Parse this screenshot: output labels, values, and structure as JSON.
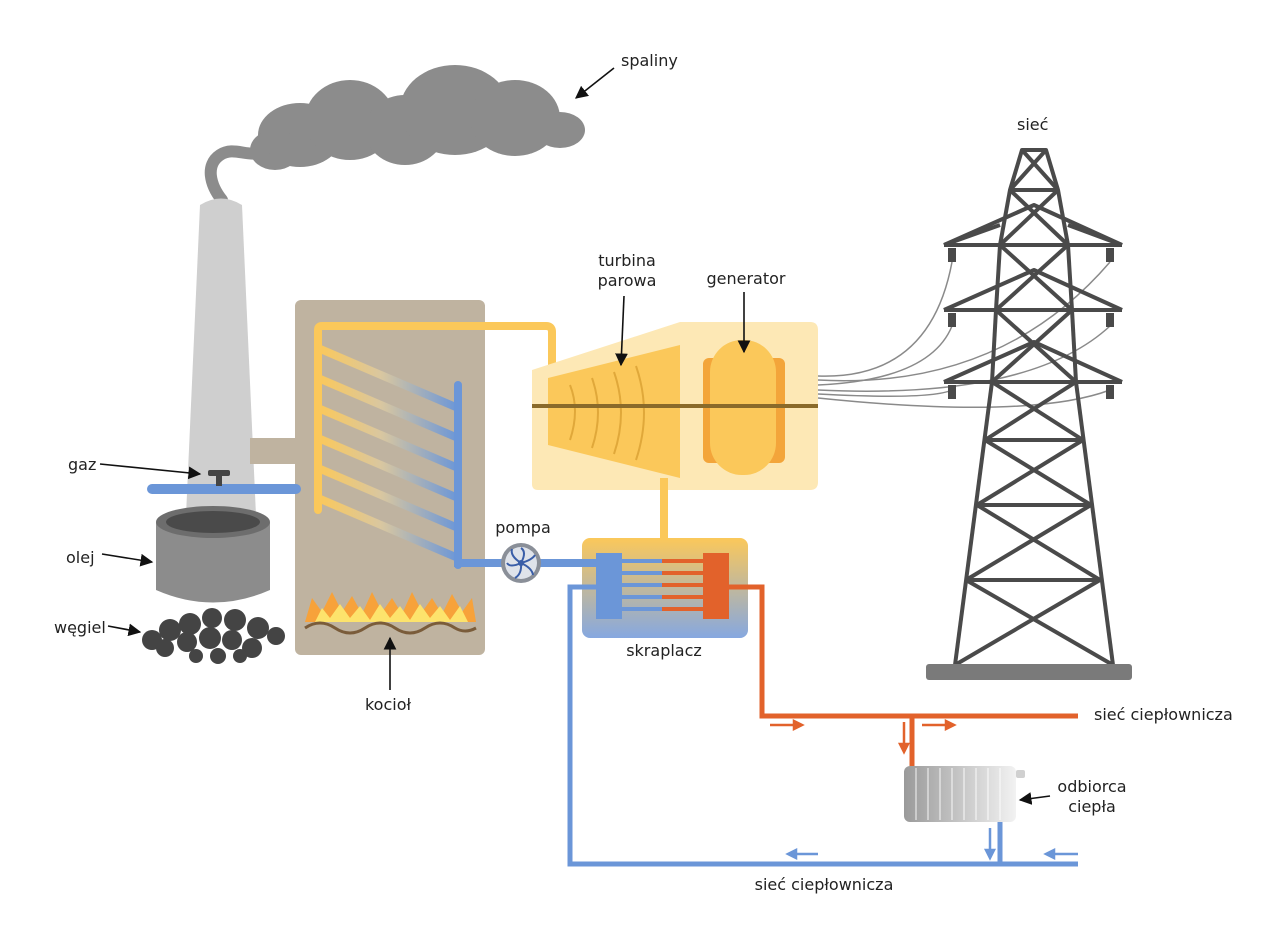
{
  "labels": {
    "exhaust": "spaliny",
    "grid": "sieć",
    "turbine_line1": "turbina",
    "turbine_line2": "parowa",
    "generator": "generator",
    "gas": "gaz",
    "oil": "olej",
    "coal": "węgiel",
    "pump": "pompa",
    "condenser": "skraplacz",
    "boiler": "kocioł",
    "heat_network_supply": "sieć ciepłownicza",
    "heat_consumer_line1": "odbiorca",
    "heat_consumer_line2": "ciepła",
    "heat_network_return": "sieć ciepłownicza"
  },
  "colors": {
    "steam": "#fbc85a",
    "water": "#6b96d8",
    "hot_water": "#e2622b",
    "boiler": "#bfb3a0",
    "chimney": "#cfcfcf",
    "smoke": "#8c8c8c",
    "tower": "#4a4a4a",
    "coal": "#444444",
    "fire": "#f7a23a"
  }
}
